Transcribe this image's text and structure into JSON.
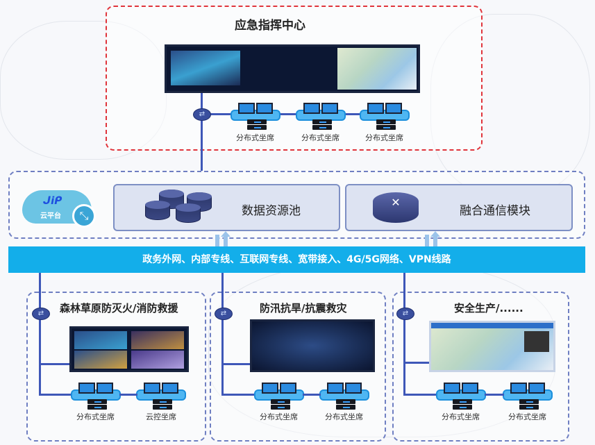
{
  "command_center": {
    "title": "应急指挥中心",
    "seats": [
      "分布式坐席",
      "分布式坐席",
      "分布式坐席"
    ]
  },
  "platform": {
    "cloud_label": "云平台",
    "data_pool": "数据资源池",
    "comm_module": "融合通信模块"
  },
  "network_bar": "政务外网、内部专线、互联网专线、宽带接入、4G/5G网络、VPN线路",
  "branches": [
    {
      "title": "森林草原防灭火/消防救援",
      "seats": [
        "分布式坐席",
        "云控坐席"
      ]
    },
    {
      "title": "防汛抗旱/抗震救灾",
      "seats": [
        "分布式坐席",
        "分布式坐席"
      ]
    },
    {
      "title": "安全生产/......",
      "seats": [
        "分布式坐席",
        "分布式坐席"
      ]
    }
  ],
  "colors": {
    "accent_bar": "#13aeea",
    "red_border": "#e0343b",
    "dash_border": "#6f7fc2"
  }
}
